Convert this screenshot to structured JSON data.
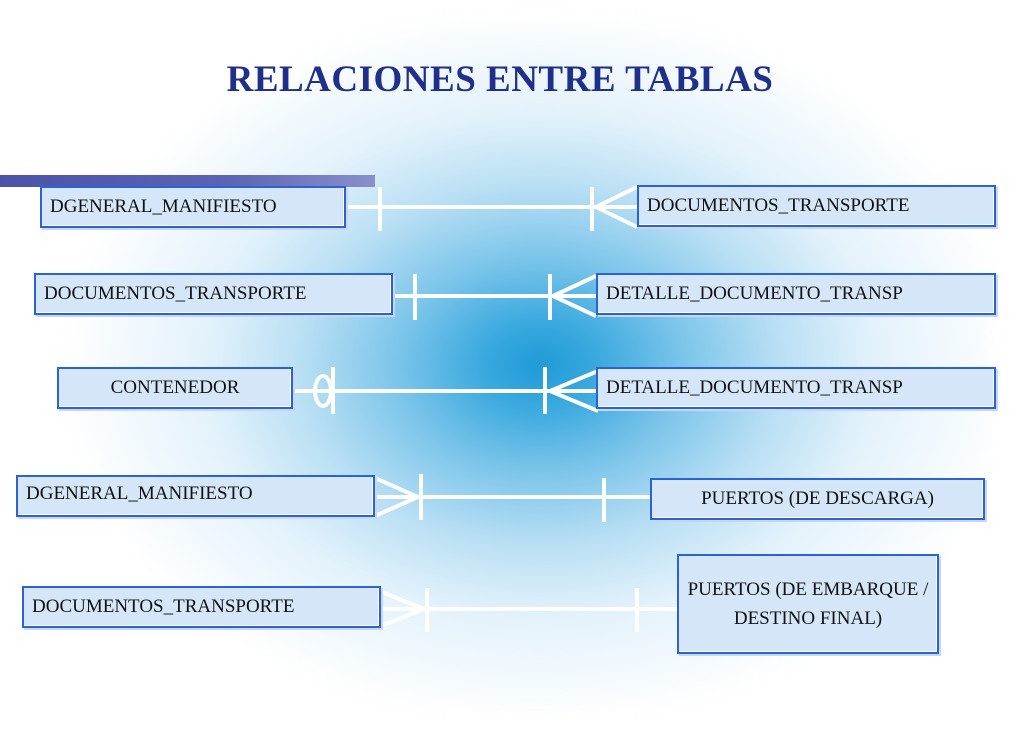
{
  "title": "RELACIONES ENTRE TABLAS",
  "relations": [
    {
      "left": "DGENERAL_MANIFIESTO",
      "right": "DOCUMENTOS_TRANSPORTE",
      "left_end": "one",
      "right_end": "one-many"
    },
    {
      "left": "DOCUMENTOS_TRANSPORTE",
      "right": "DETALLE_DOCUMENTO_TRANSP",
      "left_end": "one",
      "right_end": "one-many"
    },
    {
      "left": "CONTENEDOR",
      "right": "DETALLE_DOCUMENTO_TRANSP",
      "left_end": "zero-one",
      "right_end": "one-many"
    },
    {
      "left": "DGENERAL_MANIFIESTO",
      "right": "PUERTOS (DE DESCARGA)",
      "left_end": "one-many",
      "right_end": "one"
    },
    {
      "left": "DOCUMENTOS_TRANSPORTE",
      "right": "PUERTOS (DE EMBARQUE / DESTINO FINAL)",
      "left_end": "one-many",
      "right_end": "one"
    }
  ],
  "colors": {
    "title": "#1f2f8a",
    "entity_fill": "#d4e6f7",
    "entity_border": "#2b62d4",
    "connector": "#ffffff",
    "background_glow": "#1e9ad6"
  }
}
